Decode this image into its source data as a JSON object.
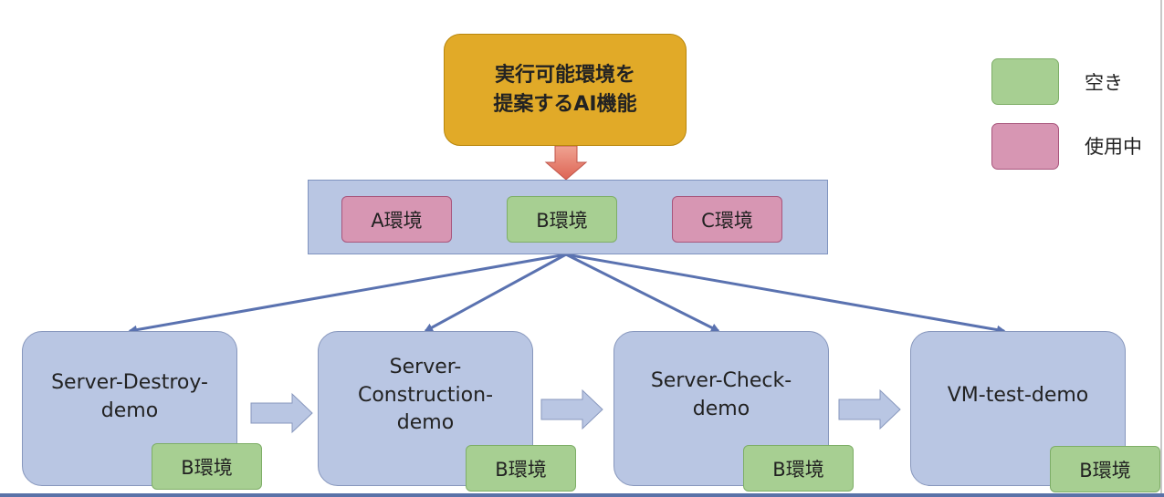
{
  "ai_box": {
    "label": "実行可能環境を\n提案するAI機能"
  },
  "environments": [
    {
      "label": "A環境",
      "status": "in_use"
    },
    {
      "label": "B環境",
      "status": "free"
    },
    {
      "label": "C環境",
      "status": "in_use"
    }
  ],
  "demos": [
    {
      "label": "Server-Destroy-\ndemo",
      "env": "B環境"
    },
    {
      "label": "Server-\nConstruction-\ndemo",
      "env": "B環境"
    },
    {
      "label": "Server-Check-\ndemo",
      "env": "B環境"
    },
    {
      "label": "VM-test-demo",
      "env": "B環境"
    }
  ],
  "legend": {
    "free_label": "空き",
    "in_use_label": "使用中"
  },
  "colors": {
    "free": "#a7cf92",
    "in_use": "#d796b3",
    "ai_box": "#e1aa28",
    "panel": "#b9c6e3",
    "connector": "#5a72b0",
    "down_arrow": "#e0746a"
  }
}
